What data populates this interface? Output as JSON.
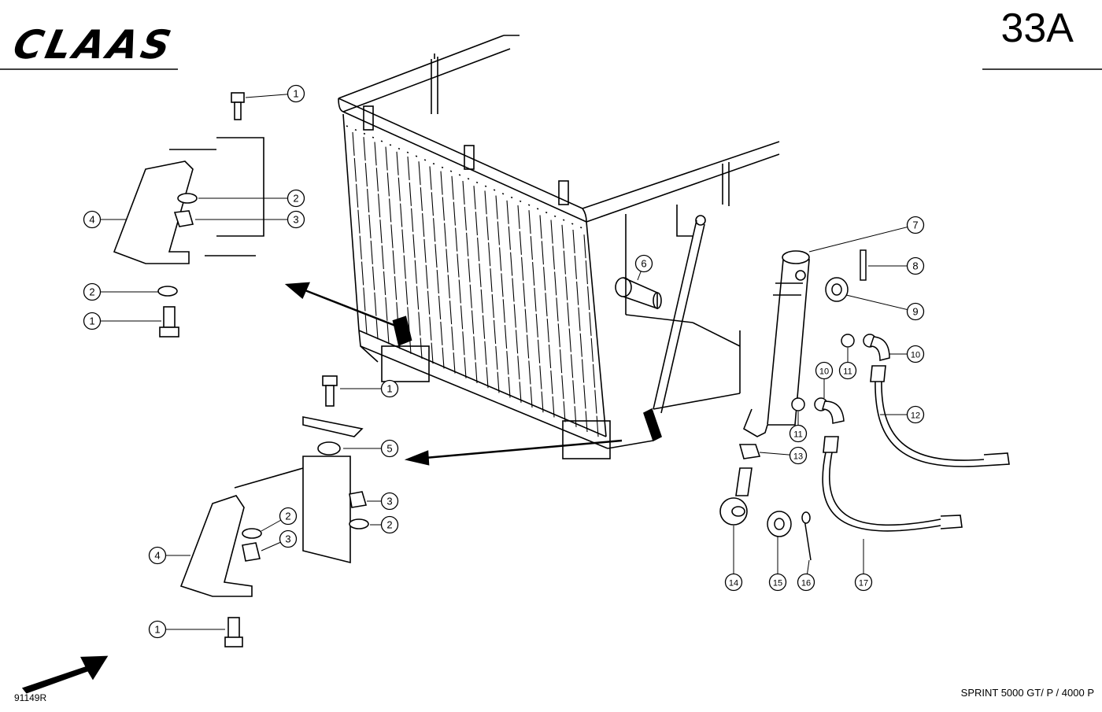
{
  "header": {
    "brand": "CLAAS",
    "page_number": "33A"
  },
  "footer": {
    "model": "SPRINT 5000 GT/ P / 4000 P",
    "drawing_number": "91149R"
  },
  "callouts": [
    {
      "id": "c1a",
      "label": "1"
    },
    {
      "id": "c2a",
      "label": "2"
    },
    {
      "id": "c3a",
      "label": "3"
    },
    {
      "id": "c4a",
      "label": "4"
    },
    {
      "id": "c2b",
      "label": "2"
    },
    {
      "id": "c1b",
      "label": "1"
    },
    {
      "id": "c1c",
      "label": "1"
    },
    {
      "id": "c5",
      "label": "5"
    },
    {
      "id": "c3c",
      "label": "3"
    },
    {
      "id": "c2c",
      "label": "2"
    },
    {
      "id": "c2d",
      "label": "2"
    },
    {
      "id": "c3d",
      "label": "3"
    },
    {
      "id": "c4b",
      "label": "4"
    },
    {
      "id": "c1d",
      "label": "1"
    },
    {
      "id": "c6",
      "label": "6"
    },
    {
      "id": "c7",
      "label": "7"
    },
    {
      "id": "c8",
      "label": "8"
    },
    {
      "id": "c9",
      "label": "9"
    },
    {
      "id": "c10a",
      "label": "10"
    },
    {
      "id": "c11a",
      "label": "11"
    },
    {
      "id": "c12",
      "label": "12"
    },
    {
      "id": "c10b",
      "label": "10"
    },
    {
      "id": "c11b",
      "label": "11"
    },
    {
      "id": "c13",
      "label": "13"
    },
    {
      "id": "c14",
      "label": "14"
    },
    {
      "id": "c15",
      "label": "15"
    },
    {
      "id": "c16",
      "label": "16"
    },
    {
      "id": "c17",
      "label": "17"
    }
  ]
}
